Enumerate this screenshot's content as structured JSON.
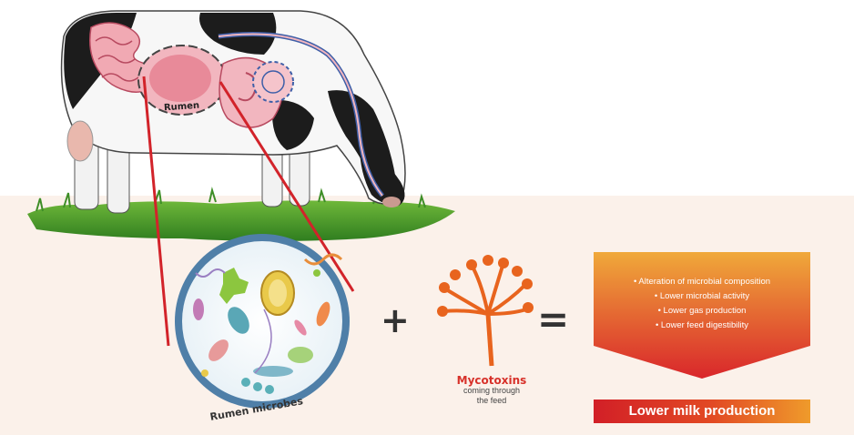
{
  "labels": {
    "rumen": "Rumen",
    "microbes": "Rumen microbes",
    "plus": "+",
    "equals": "=",
    "mycotoxins_title": "Mycotoxins",
    "mycotoxins_sub_line1": "coming through",
    "mycotoxins_sub_line2": "the feed"
  },
  "effects": [
    "• Alteration of microbial composition",
    "• Lower microbial activity",
    "• Lower gas production",
    "• Lower feed digestibility"
  ],
  "result": "Lower milk production",
  "colors": {
    "arrow_top": "#f0a93a",
    "arrow_bottom": "#d9262b",
    "result_left": "#d21f27",
    "result_right": "#ef9b2b",
    "mold": "#e8641e",
    "connector": "#d2232a",
    "microbe_ring": "#4f7fa8"
  }
}
